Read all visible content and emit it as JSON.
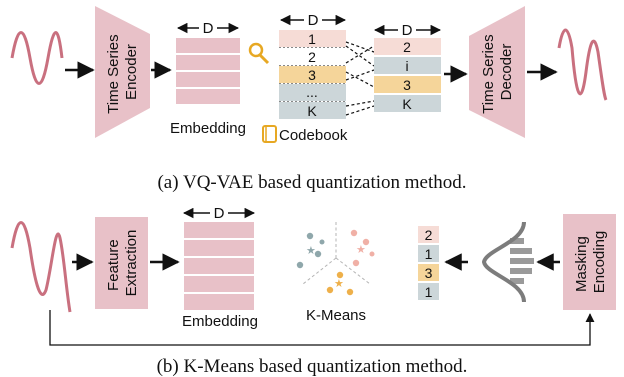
{
  "panel_a": {
    "caption": "(a) VQ-VAE based quantization method.",
    "encoder": {
      "line1": "Time Series",
      "line2": "Encoder"
    },
    "decoder": {
      "line1": "Time Series",
      "line2": "Decoder"
    },
    "embedding_label": "Embedding",
    "dim_label": "D",
    "codebook_dim_label": "D",
    "output_dim_label": "D",
    "codebook_label": "Codebook",
    "codebook_rows": [
      "1",
      "2",
      "3",
      "...",
      "K"
    ],
    "output_rows": [
      "2",
      "i",
      "3",
      "K"
    ],
    "icons": [
      "magnifier-icon",
      "book-icon"
    ]
  },
  "panel_b": {
    "caption": "(b) K-Means based quantization method.",
    "feature_extraction": {
      "line1": "Feature",
      "line2": "Extraction"
    },
    "masking_encoding": {
      "line1": "Masking",
      "line2": "Encoding"
    },
    "embedding_label": "Embedding",
    "dim_label": "D",
    "kmeans_label": "K-Means",
    "index_rows": [
      "2",
      "1",
      "3",
      "1"
    ]
  },
  "colors": {
    "wave": "#c9707f",
    "block": "#e8c1c8",
    "row_pink": "#f6dcd6",
    "row_orange": "#f5d59a",
    "row_gray": "#ccd6d9",
    "kmeans_gray": "#8fa7ab",
    "kmeans_pink": "#f0b0a6",
    "kmeans_orange": "#eeb04a",
    "gauss": "#7c7c7c"
  }
}
